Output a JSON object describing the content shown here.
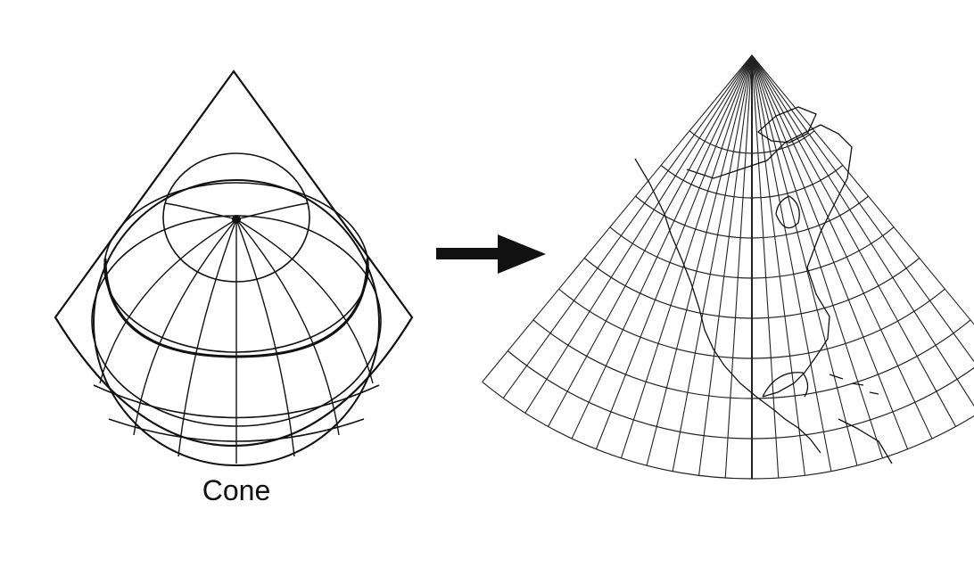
{
  "caption": "Cone",
  "colors": {
    "ink": "#111111",
    "background": "#ffffff"
  },
  "figure": {
    "left_panel": "cone-over-globe",
    "connector": "right-arrow-icon",
    "right_panel": "conic-projection-map"
  }
}
